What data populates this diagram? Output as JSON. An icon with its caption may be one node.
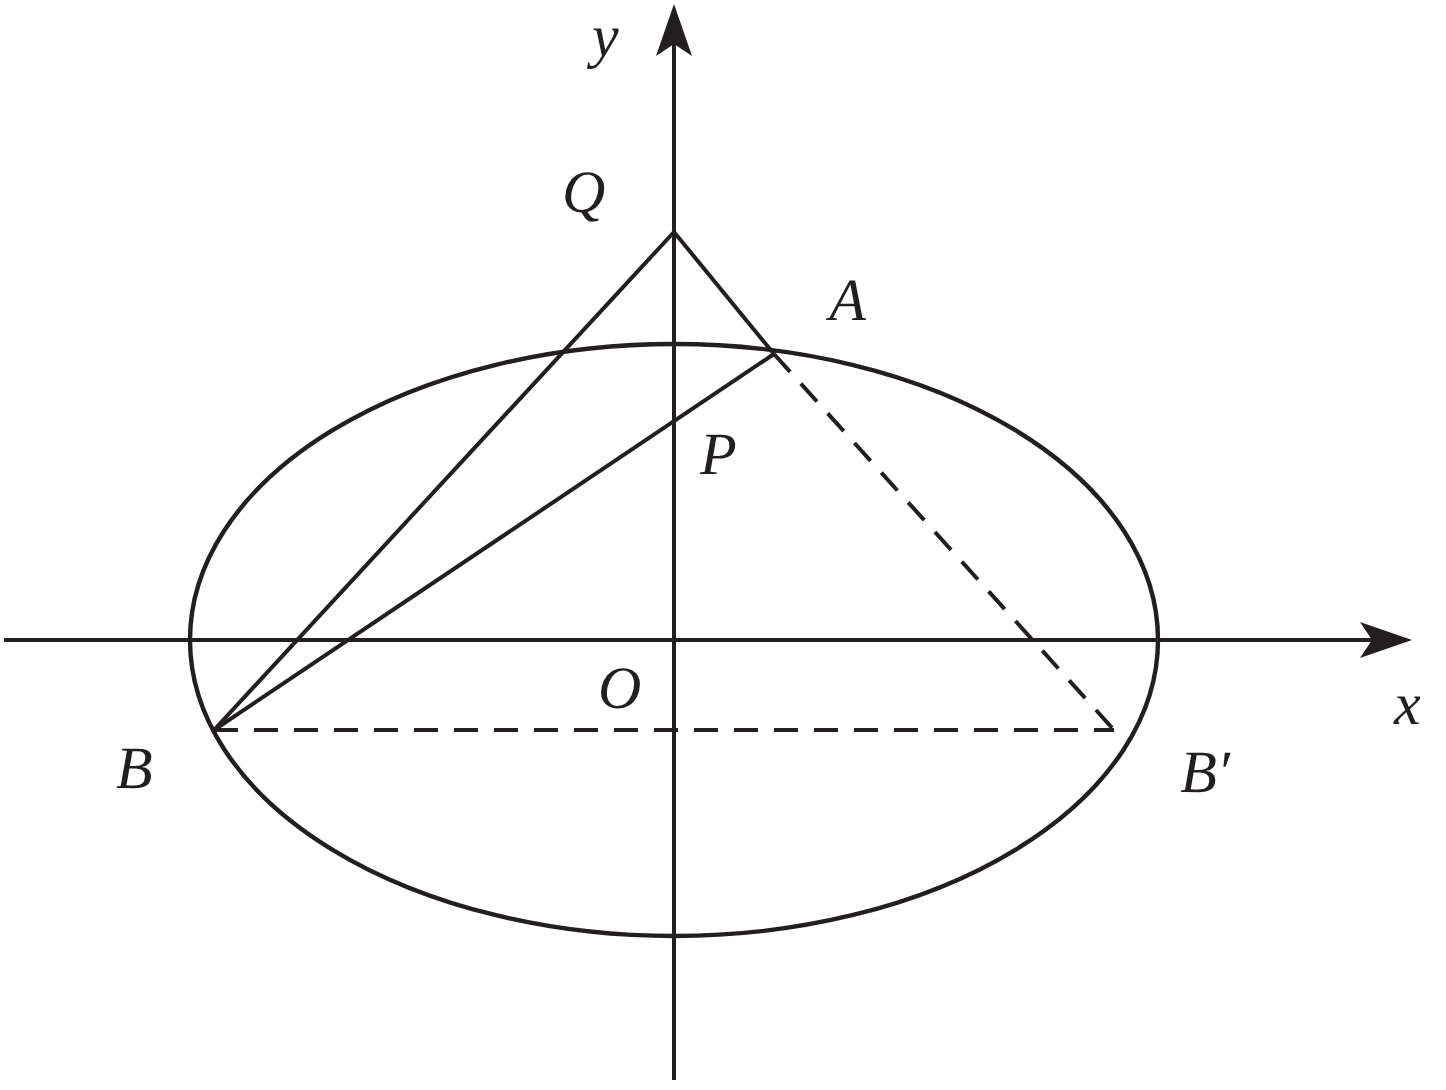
{
  "diagram": {
    "nodes": [
      {
        "text": [
          "Q"
        ]
      },
      {
        "text": [
          "A"
        ]
      },
      {
        "text": [
          "B"
        ]
      },
      {
        "text": [
          "B′"
        ]
      }
    ],
    "edges": [
      {
        "from": 0,
        "to": 2,
        "arrow": "none"
      },
      {
        "from": 0,
        "to": 1,
        "arrow": "none"
      },
      {
        "from": 2,
        "to": 1,
        "arrow": "none"
      },
      {
        "from": 1,
        "to": 3,
        "arrow": "none",
        "style": "dashed"
      },
      {
        "from": 2,
        "to": 3,
        "arrow": "none",
        "style": "dashed"
      }
    ],
    "labels": [
      "y",
      "P",
      "O",
      "x"
    ]
  }
}
